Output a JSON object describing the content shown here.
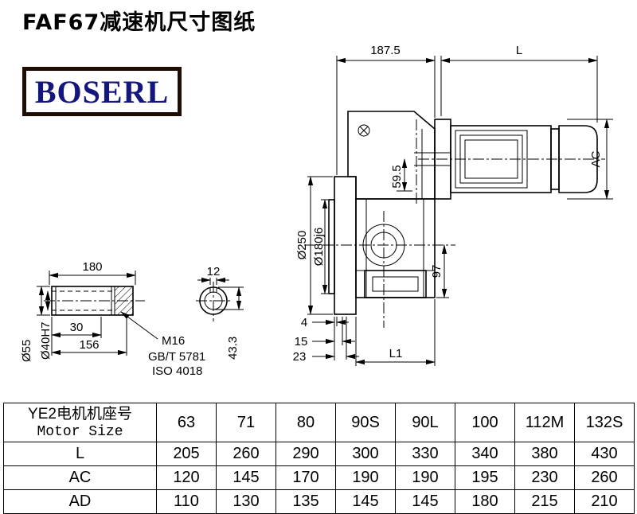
{
  "title": "FAF67减速机尺寸图纸",
  "logo": "BOSERL",
  "drawing": {
    "top_width": "187.5",
    "motor_length": "L",
    "motor_diameter": "AC",
    "flange_od": "Ø250",
    "spigot_dia": "Ø180j6",
    "axis_offset": "59.5",
    "foot_offset": "97",
    "step_a": "4",
    "step_b": "15",
    "step_c": "23",
    "l1": "L1",
    "shaft_total": "180",
    "key_width": "12",
    "shaft_od": "Ø55",
    "bore_dia": "Ø40H7",
    "thread_depth": "30",
    "shaft_len": "156",
    "thread": "M16",
    "thread_std1": "GB/T 5781",
    "thread_std2": "ISO 4018",
    "key_height": "43.3"
  },
  "table": {
    "header_cn": "YE2电机机座号",
    "header_en": "Motor Size",
    "sizes": [
      "63",
      "71",
      "80",
      "90S",
      "90L",
      "100",
      "112M",
      "132S"
    ],
    "rows": [
      {
        "label": "L",
        "values": [
          "205",
          "260",
          "290",
          "300",
          "330",
          "340",
          "380",
          "430"
        ]
      },
      {
        "label": "AC",
        "values": [
          "120",
          "145",
          "170",
          "190",
          "190",
          "195",
          "230",
          "260"
        ]
      },
      {
        "label": "AD",
        "values": [
          "110",
          "130",
          "135",
          "145",
          "145",
          "180",
          "215",
          "210"
        ]
      }
    ]
  }
}
